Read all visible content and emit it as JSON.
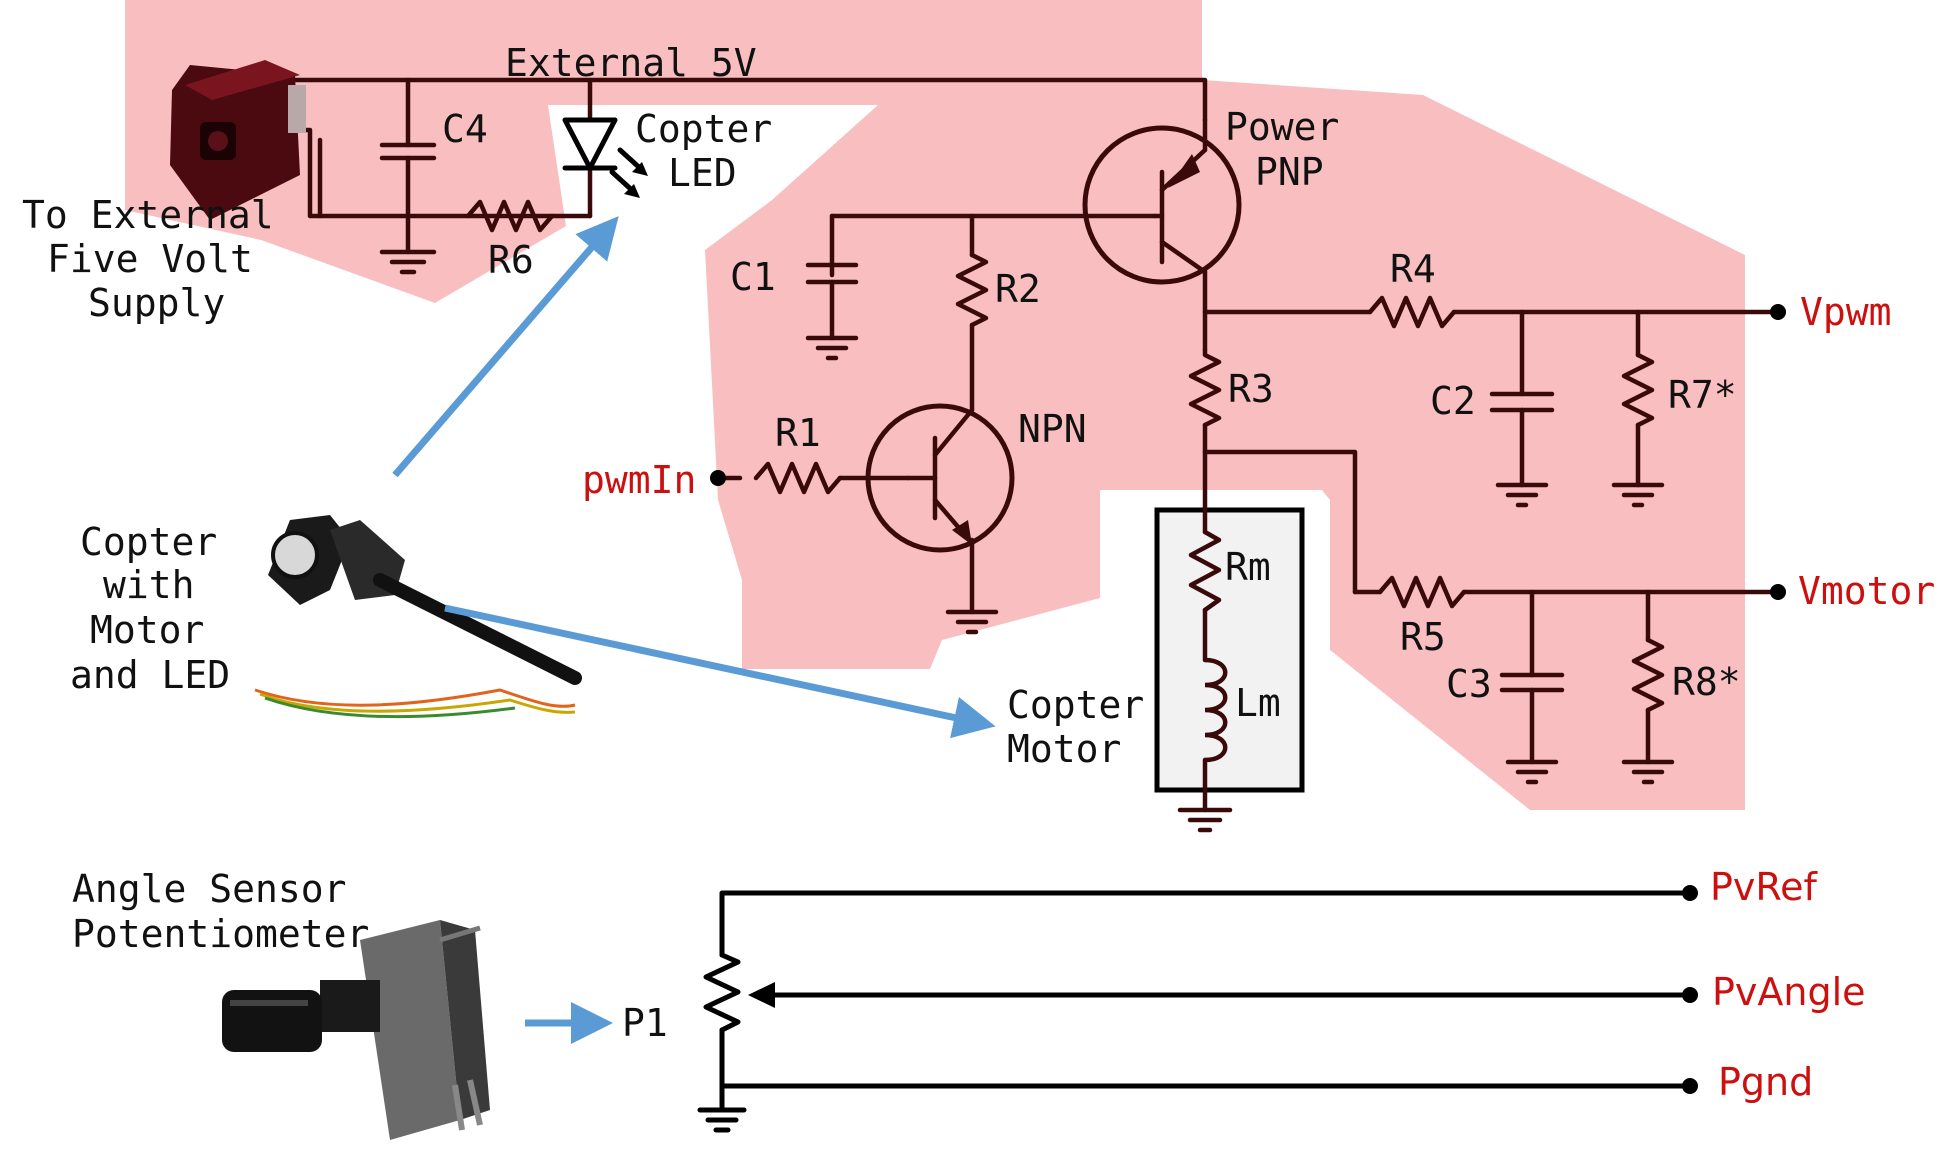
{
  "colors": {
    "region": "#f9bfc0",
    "wire": "#3a0a0a",
    "signal": "#cc1010",
    "arrow": "#5b9bd5",
    "motor_box": "#f2f2f2"
  },
  "labels": {
    "external_5v": "External 5V",
    "to_external_1": "To External",
    "to_external_2": "Five Volt",
    "to_external_3": "Supply",
    "c4": "C4",
    "r6": "R6",
    "copter_led_1": "Copter",
    "copter_led_2": "LED",
    "power_pnp_1": "Power",
    "power_pnp_2": "PNP",
    "c1": "C1",
    "r2": "R2",
    "r1": "R1",
    "npn": "NPN",
    "r4": "R4",
    "r3": "R3",
    "c2": "C2",
    "r7": "R7*",
    "rm": "Rm",
    "lm": "Lm",
    "r5": "R5",
    "c3": "C3",
    "r8": "R8*",
    "copter_with_1": "Copter",
    "copter_with_2": "with",
    "copter_with_3": "Motor",
    "copter_with_4": "and LED",
    "copter_motor_1": "Copter",
    "copter_motor_2": "Motor",
    "angle_sensor_1": "Angle Sensor",
    "angle_sensor_2": "Potentiometer",
    "p1": "P1"
  },
  "signals": {
    "vpwm": "Vpwm",
    "vmotor": "Vmotor",
    "pwmin": "pwmIn",
    "pvref": "PvRef",
    "pvangle": "PvAngle",
    "pgnd": "Pgnd"
  }
}
